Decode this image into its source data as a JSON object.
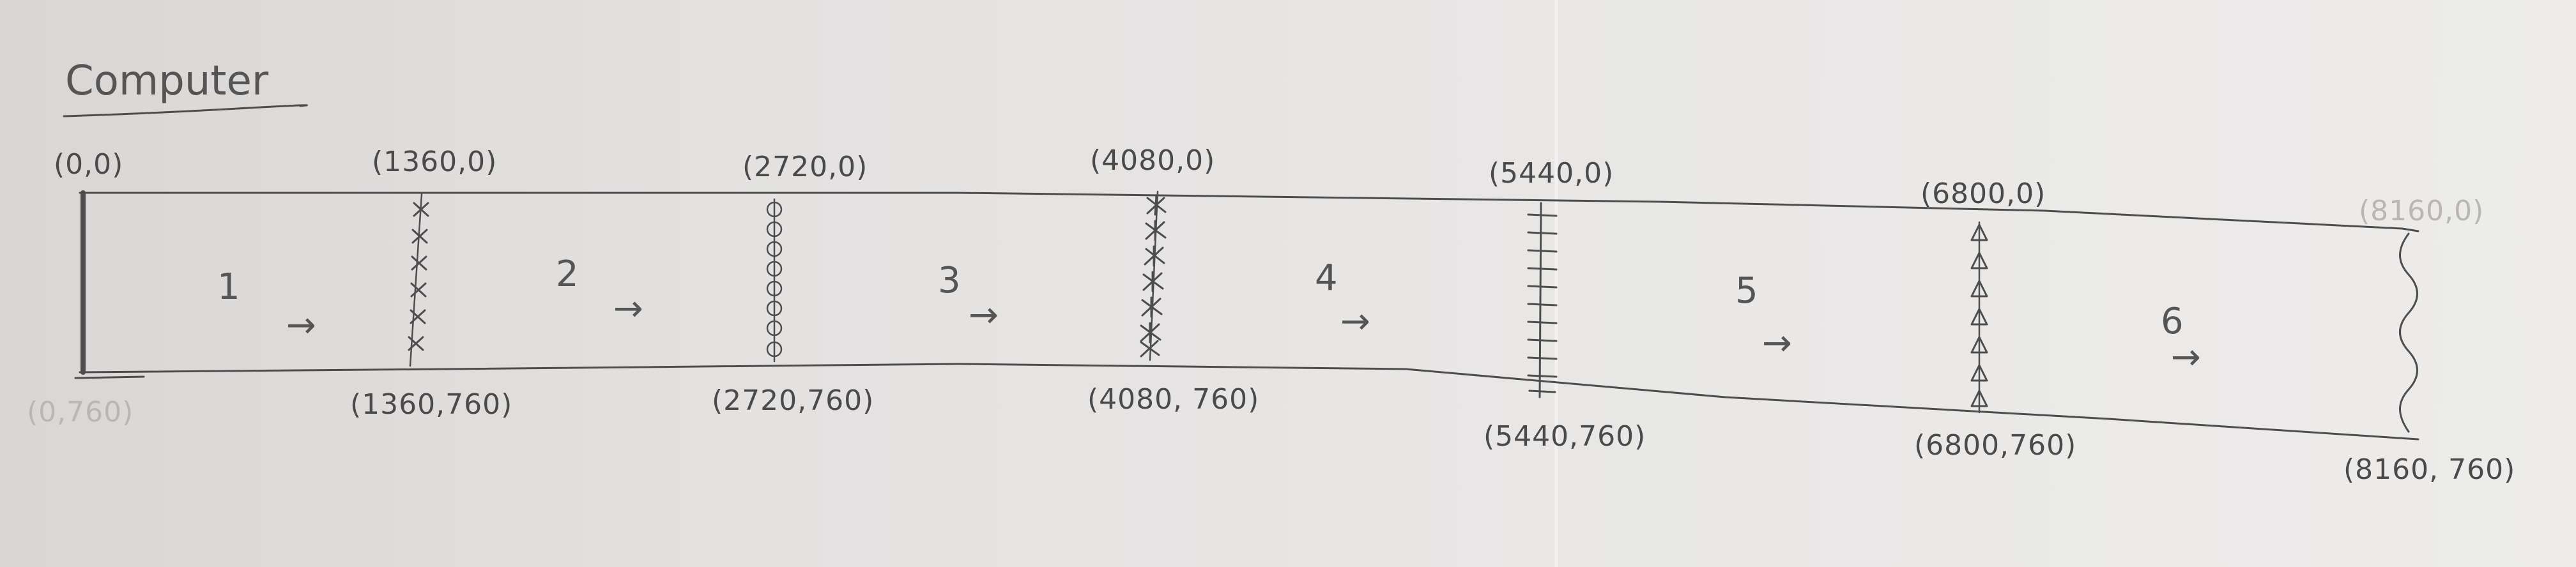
{
  "title": "Computer",
  "corner_labels": {
    "top_left": "(0,0)",
    "bottom_left": "(0,760)",
    "top_right": "(8160,0)",
    "bottom_right": "(8160, 760)"
  },
  "boundaries": [
    {
      "top": "(1360,0)",
      "bottom": "(1360,760)",
      "marker": "x"
    },
    {
      "top": "(2720,0)",
      "bottom": "(2720,760)",
      "marker": "circle"
    },
    {
      "top": "(4080,0)",
      "bottom": "(4080, 760)",
      "marker": "star"
    },
    {
      "top": "(5440,0)",
      "bottom": "(5440,760)",
      "marker": "tick"
    },
    {
      "top": "(6800,0)",
      "bottom": "(6800,760)",
      "marker": "triangle"
    },
    {
      "top": "",
      "bottom": "",
      "marker": "wave"
    }
  ],
  "regions": [
    {
      "number": "1",
      "arrow": "→"
    },
    {
      "number": "2",
      "arrow": "→"
    },
    {
      "number": "3",
      "arrow": "→"
    },
    {
      "number": "4",
      "arrow": "→"
    },
    {
      "number": "5",
      "arrow": "→"
    },
    {
      "number": "6",
      "arrow": "→"
    }
  ],
  "colors": {
    "pencil": "#4d4d4d",
    "paper": "#e6e4e3",
    "faint": "#b9b6b4"
  }
}
